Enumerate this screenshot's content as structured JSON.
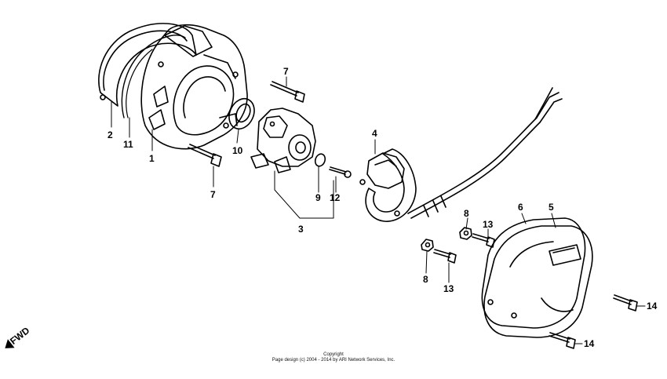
{
  "diagram": {
    "callouts": [
      {
        "id": "c2",
        "text": "2"
      },
      {
        "id": "c11",
        "text": "11"
      },
      {
        "id": "c1",
        "text": "1"
      },
      {
        "id": "c10",
        "text": "10"
      },
      {
        "id": "c7a",
        "text": "7"
      },
      {
        "id": "c7b",
        "text": "7"
      },
      {
        "id": "c3",
        "text": "3"
      },
      {
        "id": "c9",
        "text": "9"
      },
      {
        "id": "c12",
        "text": "12"
      },
      {
        "id": "c4",
        "text": "4"
      },
      {
        "id": "c8a",
        "text": "8"
      },
      {
        "id": "c13a",
        "text": "13"
      },
      {
        "id": "c6",
        "text": "6"
      },
      {
        "id": "c5",
        "text": "5"
      },
      {
        "id": "c8b",
        "text": "8"
      },
      {
        "id": "c13b",
        "text": "13"
      },
      {
        "id": "c14a",
        "text": "14"
      },
      {
        "id": "c14b",
        "text": "14"
      }
    ],
    "direction_label": "FWD"
  },
  "footer": {
    "line1": "Copyright",
    "line2": "Page design (c) 2004 - 2014 by ARI Network Services, Inc."
  }
}
